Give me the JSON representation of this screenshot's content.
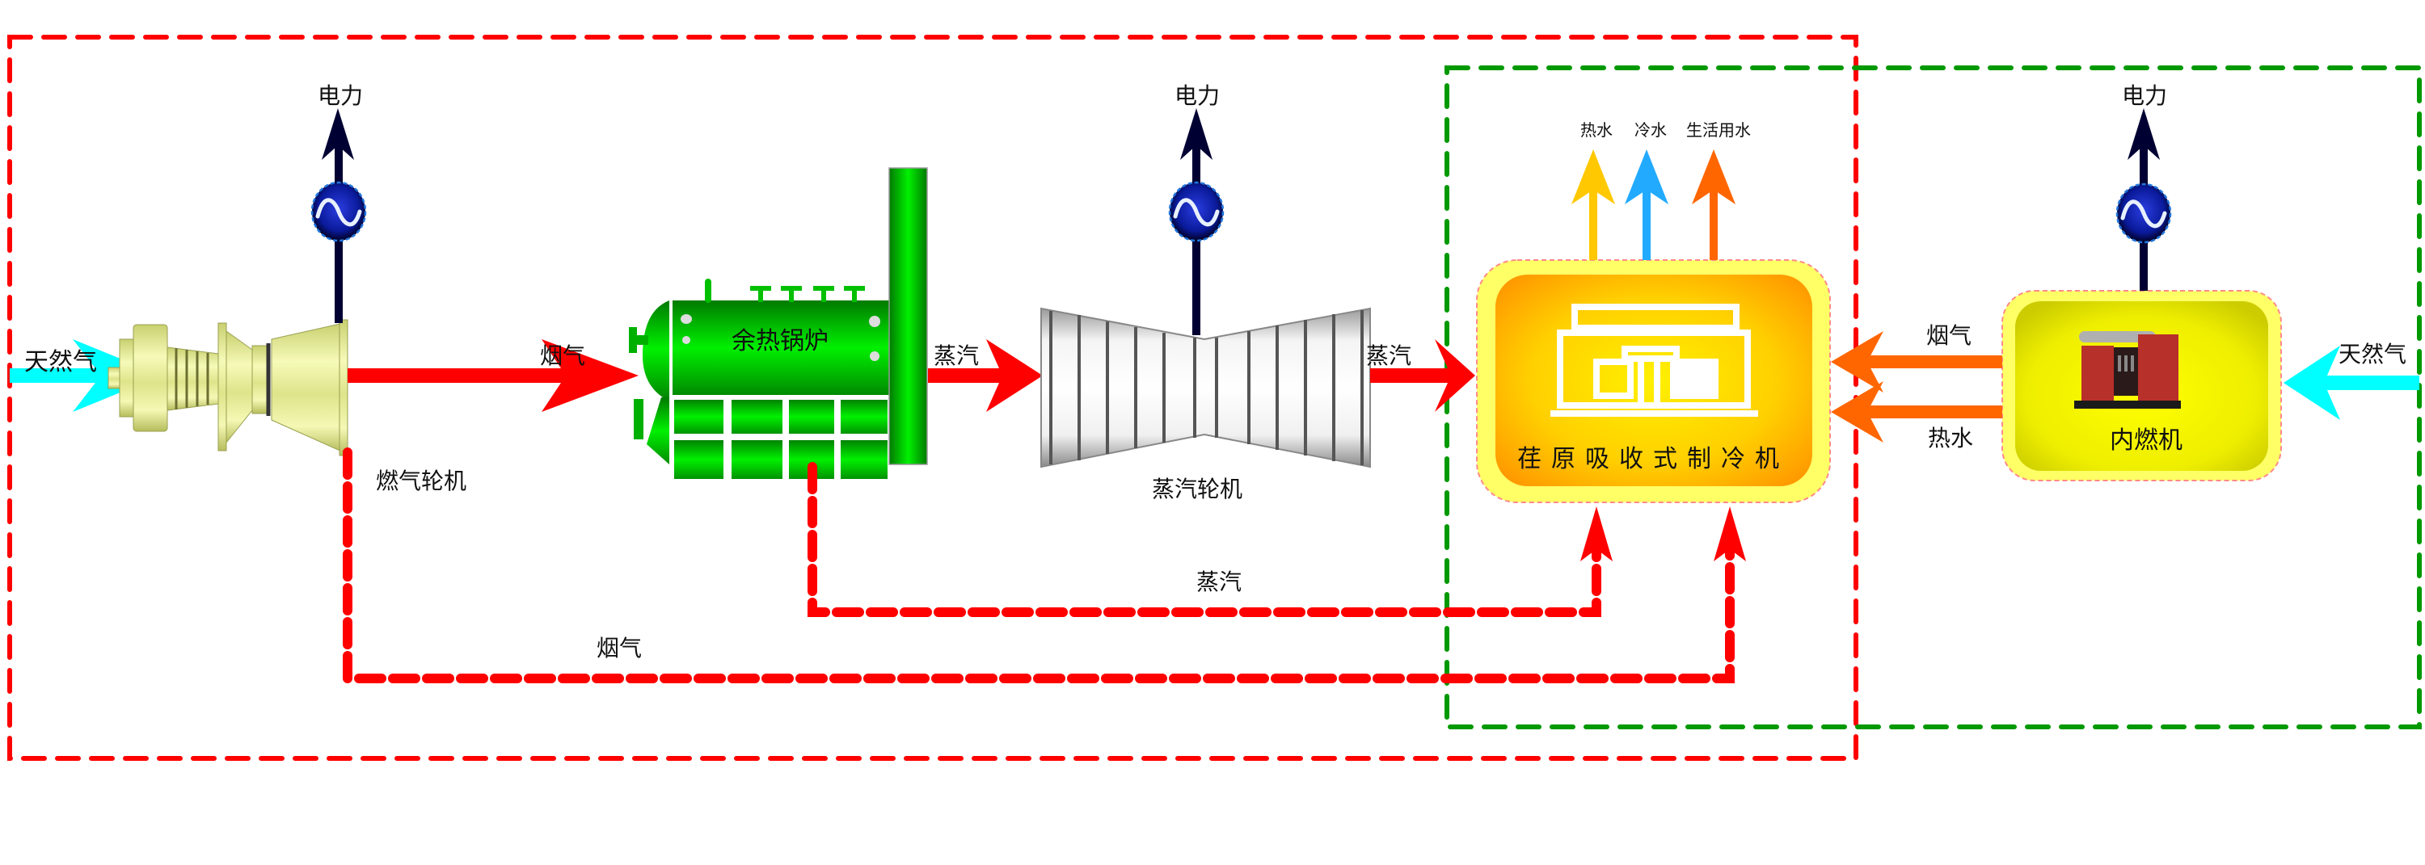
{
  "diagram": {
    "title": "燃气冷热电三联供系统流程",
    "boundaries": [
      {
        "id": "gas-turbine-combined-cycle",
        "style": "dashed",
        "color": "#ff0000"
      },
      {
        "id": "internal-combustion-engine-system",
        "style": "dashed",
        "color": "#009900"
      }
    ],
    "equipment": {
      "gas_turbine": {
        "label": "燃气轮机",
        "color": "#e6ee9a"
      },
      "hrsg": {
        "label": "余热锅炉",
        "color": "#00cc00"
      },
      "steam_turbine": {
        "label": "蒸汽轮机",
        "color": "#d9d9d9"
      },
      "absorption_chiller": {
        "label": "荏原吸收式制冷机",
        "color": "#ffc000"
      },
      "ice": {
        "label": "内燃机",
        "color": "#f0f000"
      }
    },
    "generators": [
      {
        "id": "gen-gas-turbine",
        "output_label": "电力"
      },
      {
        "id": "gen-steam-turbine",
        "output_label": "电力"
      },
      {
        "id": "gen-ice",
        "output_label": "电力"
      }
    ],
    "flows": {
      "natural_gas_in_left": "天然气",
      "flue_gas_gt_to_hrsg": "烟气",
      "steam_hrsg_to_st": "蒸汽",
      "steam_st_to_chiller": "蒸汽",
      "steam_bypass": "蒸汽",
      "flue_gas_bypass": "烟气",
      "ice_flue_gas": "烟气",
      "ice_hot_water": "热水",
      "natural_gas_in_right": "天然气"
    },
    "chiller_outputs": [
      {
        "label": "热水",
        "color": "#ffc800"
      },
      {
        "label": "冷水",
        "color": "#22aaff"
      },
      {
        "label": "生活用水",
        "color": "#ff6600"
      }
    ],
    "colors": {
      "natural_gas": "#00ffff",
      "flue_gas_steam": "#ff0000",
      "electricity": "#000033",
      "ice_outputs": "#ff6600",
      "green_boundary": "#009900",
      "red_boundary": "#ff0000"
    }
  }
}
